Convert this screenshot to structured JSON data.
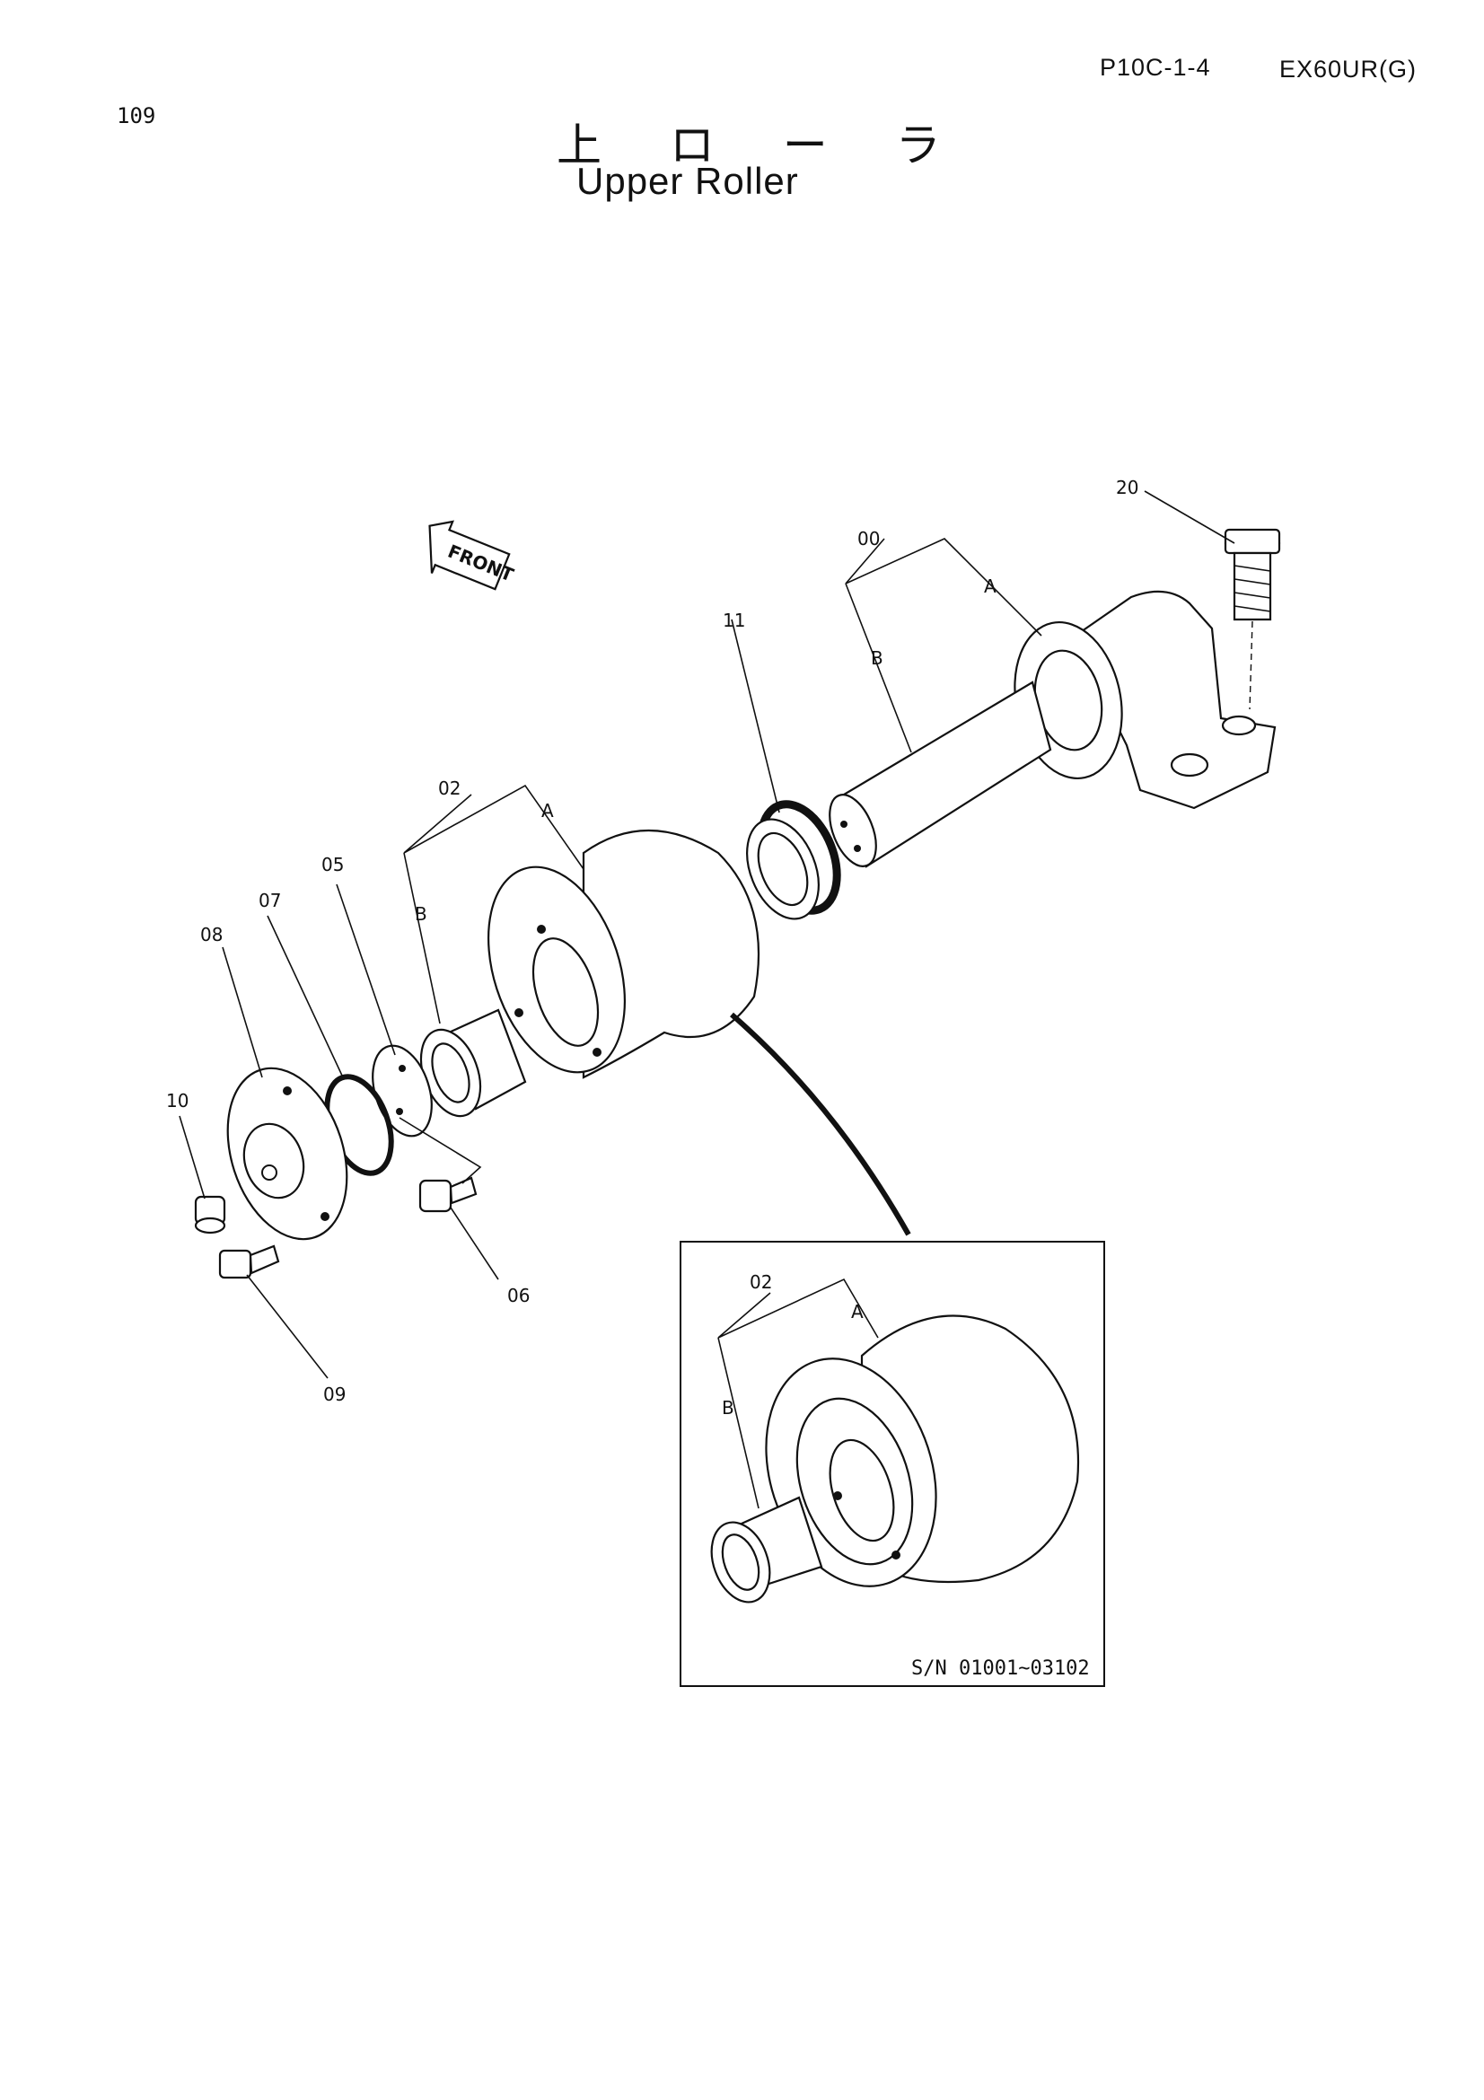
{
  "header": {
    "page_code": "P10C-1-4",
    "model": "EX60UR(G)",
    "page_number": "109"
  },
  "title": {
    "japanese": "上 ロ ー ラ",
    "english": "Upper Roller"
  },
  "front_indicator": "FRONT",
  "callouts": {
    "c00": "00",
    "c02": "02",
    "c05": "05",
    "c06": "06",
    "c07": "07",
    "c08": "08",
    "c09": "09",
    "c10": "10",
    "c11": "11",
    "c20": "20",
    "a_main": "A",
    "b_main": "B",
    "a_roller": "A",
    "b_roller": "B",
    "inset_02": "02",
    "inset_a": "A",
    "inset_b": "B"
  },
  "inset": {
    "serial_range": "S/N 01001~03102"
  }
}
